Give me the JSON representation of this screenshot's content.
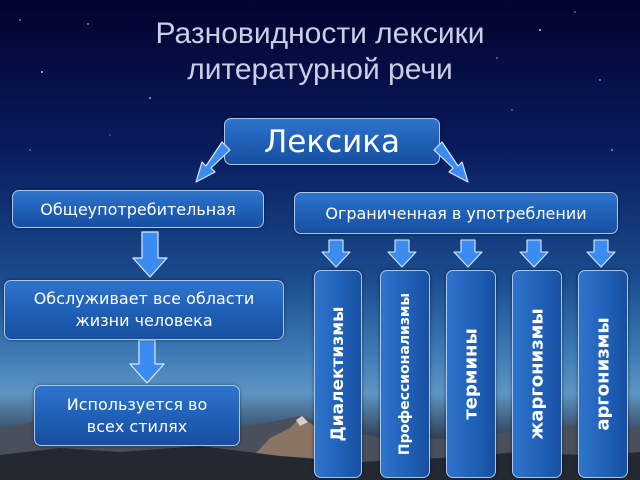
{
  "title": {
    "line1": "Разновидности лексики",
    "line2": "литературной речи"
  },
  "root": {
    "label": "Лексика"
  },
  "branches": {
    "common": {
      "label": "Общеупотребительная"
    },
    "limited": {
      "label": "Ограниченная в употреблении"
    }
  },
  "common_chain": [
    {
      "line1": "Обслуживает все области",
      "line2": "жизни человека"
    },
    {
      "line1": "Используется во",
      "line2": "всех стилях"
    }
  ],
  "limited_types": [
    {
      "label": "Диалектизмы"
    },
    {
      "label": "Профессионализмы"
    },
    {
      "label": "термины"
    },
    {
      "label": "жаргонизмы"
    },
    {
      "label": "аргонизмы"
    }
  ],
  "colors": {
    "box_fill": "#2466c0",
    "box_border": "#a9c8f0",
    "arrow_fill": "#3b8cf0",
    "title_text": "#c9cfe6"
  }
}
